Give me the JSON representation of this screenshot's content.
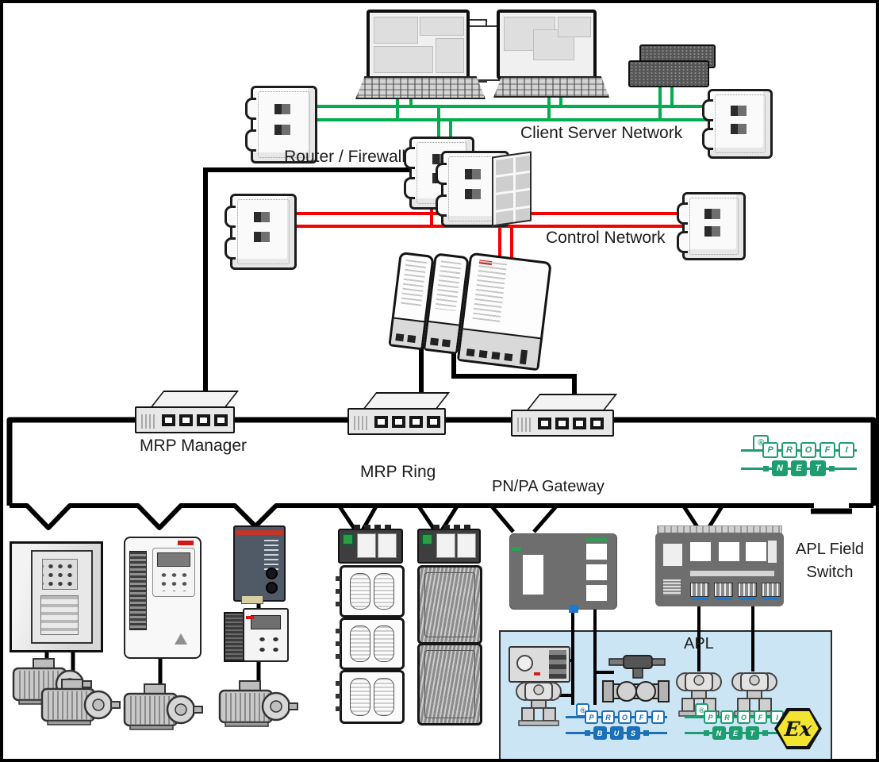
{
  "labels": {
    "client_server_network": "Client Server Network",
    "router_firewall": "Router / Firewall",
    "control_network": "Control Network",
    "mrp_manager": "MRP Manager",
    "mrp_ring": "MRP Ring",
    "pnpa_gateway": "PN/PA Gateway",
    "apl_field_switch_line1": "APL Field",
    "apl_field_switch_line2": "Switch",
    "apl": "APL"
  },
  "logos": {
    "profinet": {
      "row1": [
        "P",
        "R",
        "O",
        "F",
        "I"
      ],
      "row2": [
        "N",
        "E",
        "T"
      ],
      "registered": "®",
      "color": "#1E9E70"
    },
    "profibus": {
      "row1": [
        "P",
        "R",
        "O",
        "F",
        "I"
      ],
      "row2": [
        "B",
        "U",
        "S"
      ],
      "registered": "®",
      "color": "#1C70B7"
    },
    "ex": {
      "text": "Ex",
      "background": "#F2E431"
    }
  },
  "colors": {
    "client_server_network_line": "#00AE4D",
    "control_network_line": "#F40000",
    "backbone_line": "#000000",
    "apl_zone_fill": "#CBE5F4"
  },
  "icons": {
    "workstation": "operator-workstation-icon",
    "server": "rack-server-icon",
    "industrial_switch": "industrial-ethernet-switch-icon",
    "firewall": "firewall-brick-wall-icon",
    "desktop_switch": "mrp-ring-switch-icon",
    "controller": "process-controller-icon",
    "drive_cabinet": "drive-cabinet-icon",
    "wall_drive": "variable-speed-drive-icon",
    "comm_module": "communication-module-icon",
    "motor": "electric-motor-icon",
    "remote_io": "remote-io-rack-icon",
    "gateway": "pn-pa-gateway-icon",
    "apl_switch": "apl-field-switch-icon",
    "positioner": "valve-positioner-icon",
    "transmitter": "pressure-transmitter-icon",
    "valve": "actuated-valve-icon"
  }
}
